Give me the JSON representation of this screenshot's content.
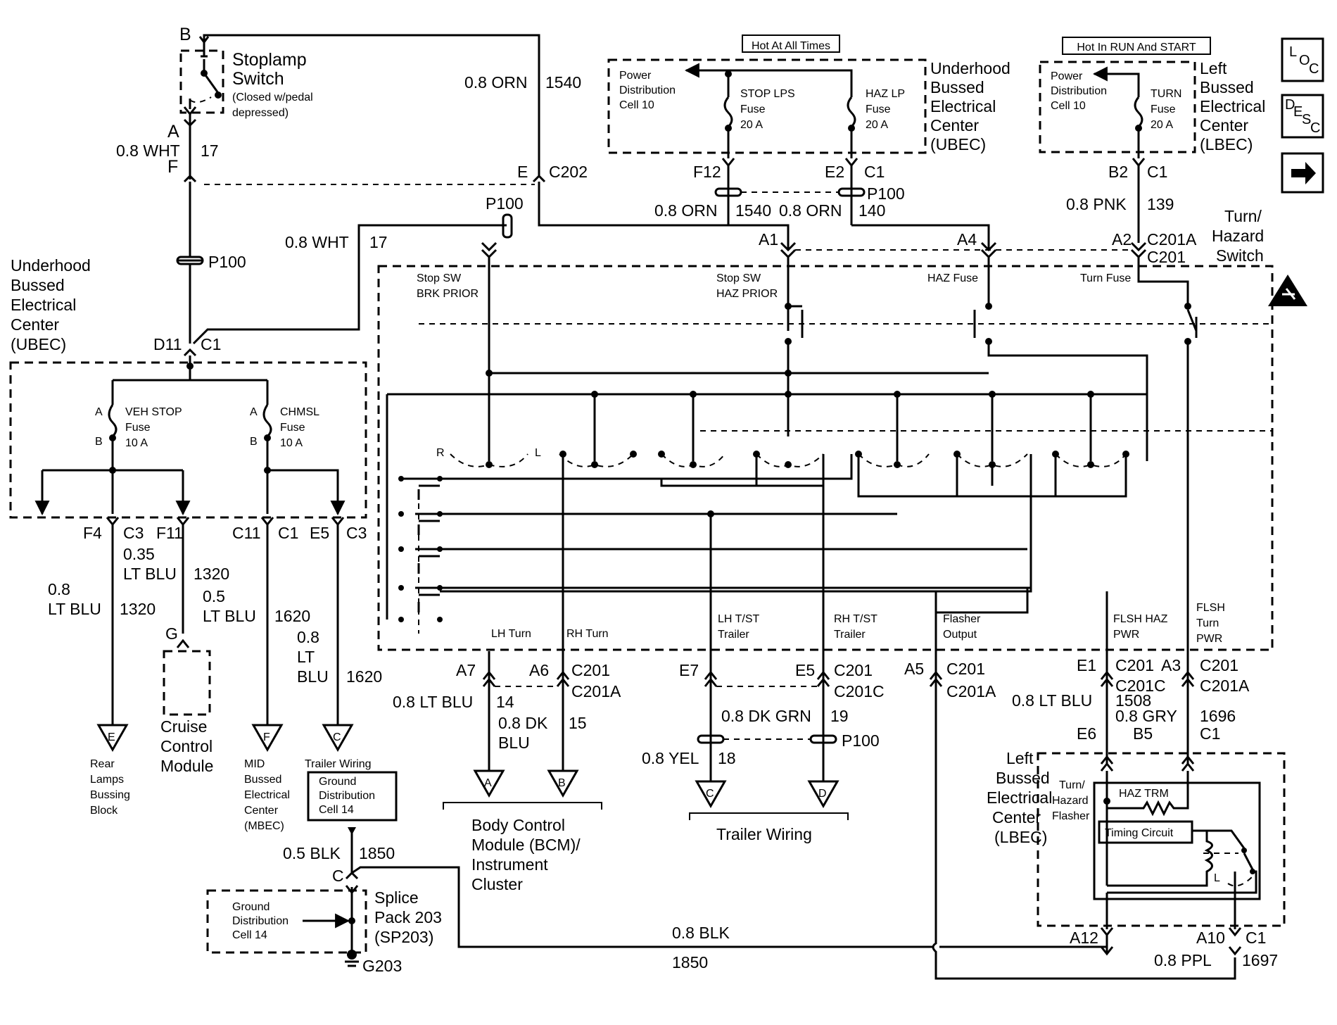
{
  "hot_boxes": {
    "hot_at_all_times": "Hot At All Times",
    "hot_in_run_start": "Hot In RUN And START"
  },
  "icons": {
    "loc": [
      "L",
      "O",
      "C"
    ],
    "desc": [
      "D",
      "E",
      "S",
      "C"
    ]
  },
  "stoplamp": {
    "pin": "B",
    "title1": "Stoplamp",
    "title2": "Switch",
    "note1": "(Closed w/pedal",
    "note2": "depressed)",
    "pin_a": "A",
    "pin_f": "F",
    "wire": "0.8 WHT",
    "circuit": "17"
  },
  "orn1540": {
    "wire": "0.8 ORN",
    "circuit": "1540"
  },
  "c202": {
    "pin": "E",
    "name": "C202"
  },
  "p100": "P100",
  "wht17b": {
    "wire": "0.8 WHT",
    "circuit": "17"
  },
  "ubec_left": {
    "title": [
      "Underhood",
      "Bussed",
      "Electrical",
      "Center",
      "(UBEC)"
    ],
    "conn_pin": "D11",
    "conn": "C1",
    "fuse1": {
      "a": "A",
      "b": "B",
      "name": [
        "VEH STOP",
        "Fuse",
        "10 A"
      ]
    },
    "fuse2": {
      "a": "A",
      "b": "B",
      "name": [
        "CHMSL",
        "Fuse",
        "10 A"
      ]
    }
  },
  "ubec_top": {
    "title": [
      "Underhood",
      "Bussed",
      "Electrical",
      "Center",
      "(UBEC)"
    ],
    "power": [
      "Power",
      "Distribution",
      "Cell 10"
    ],
    "fuse1": [
      "STOP LPS",
      "Fuse",
      "20 A"
    ],
    "fuse2": [
      "HAZ LP",
      "Fuse",
      "20 A"
    ],
    "pin_f12": "F12",
    "pin_e2": "E2",
    "conn": "C1",
    "wire1": "0.8 ORN",
    "circ1": "1540",
    "wire2": "0.8 ORN",
    "circ2": "140"
  },
  "lbec_top": {
    "title": [
      "Left",
      "Bussed",
      "Electrical",
      "Center",
      "(LBEC)"
    ],
    "power": [
      "Power",
      "Distribution",
      "Cell 10"
    ],
    "fuse": [
      "TURN",
      "Fuse",
      "20 A"
    ],
    "pin_b2": "B2",
    "conn": "C1",
    "wire": "0.8 PNK",
    "circuit": "139"
  },
  "switch": {
    "title": [
      "Turn/",
      "Hazard",
      "Switch"
    ],
    "pin_a1": "A1",
    "pin_a4": "A4",
    "pin_a2": "A2",
    "c201a": "C201A",
    "c201": "C201",
    "stop_brk": [
      "Stop SW",
      "BRK PRIOR"
    ],
    "stop_haz": [
      "Stop SW",
      "HAZ PRIOR"
    ],
    "haz_fuse": "HAZ Fuse",
    "turn_fuse": "Turn Fuse",
    "r": "R",
    "l": "L",
    "lh_turn": "LH Turn",
    "rh_turn": "RH Turn",
    "lh_trailer": [
      "LH T/ST",
      "Trailer"
    ],
    "rh_trailer": [
      "RH T/ST",
      "Trailer"
    ],
    "flasher_out": [
      "Flasher",
      "Output"
    ],
    "flsh_haz": [
      "FLSH HAZ",
      "PWR"
    ],
    "flsh_turn": [
      "FLSH",
      "Turn",
      "PWR"
    ]
  },
  "left_branches": {
    "f4": "F4",
    "c3": "C3",
    "f11": "F11",
    "c11": "C11",
    "c1": "C1",
    "e5": "E5",
    "c3b": "C3",
    "w035": "0.35",
    "ltblu": "LT BLU",
    "c1320": "1320",
    "w08": "0.8",
    "ltblu2": "LT BLU",
    "c1320b": "1320",
    "w05": "0.5",
    "ltblu3": "LT BLU",
    "c1620": "1620",
    "w08b": "0.8",
    "lt": "LT",
    "blu": "BLU",
    "c1620b": "1620",
    "g": "G",
    "cruise": [
      "Cruise",
      "Control",
      "Module"
    ],
    "e": "E",
    "f": "F",
    "c": "C",
    "rear": [
      "Rear",
      "Lamps",
      "Bussing",
      "Block"
    ],
    "mid": [
      "MID",
      "Bussed",
      "Electrical",
      "Center",
      "(MBEC)"
    ],
    "trailer_wiring": "Trailer Wiring",
    "ground_box": [
      "Ground",
      "Distribution",
      "Cell 14"
    ]
  },
  "ground": {
    "wire": "0.5 BLK",
    "circuit": "1850",
    "pin_c": "C",
    "splice": [
      "Splice",
      "Pack 203",
      "(SP203)"
    ],
    "cell": [
      "Ground",
      "Distribution",
      "Cell 14"
    ],
    "g203": "G203",
    "blk_wire": "0.8 BLK",
    "blk_circuit": "1850"
  },
  "bcm": {
    "a7": "A7",
    "a6": "A6",
    "c201": "C201",
    "c201a": "C201A",
    "wire1": "0.8 LT BLU",
    "circ1": "14",
    "wire2a": "0.8 DK",
    "wire2b": "BLU",
    "circ2": "15",
    "a": "A",
    "b": "B",
    "title": [
      "Body Control",
      "Module (BCM)/",
      "Instrument",
      "Cluster"
    ]
  },
  "trailer": {
    "e7": "E7",
    "e5": "E5",
    "c201": "C201",
    "c201c": "C201C",
    "grn": "0.8 DK GRN",
    "circ19": "19",
    "p100": "P100",
    "yel": "0.8 YEL",
    "circ18": "18",
    "c": "C",
    "d": "D",
    "title": "Trailer Wiring"
  },
  "lbec_bottom": {
    "a5": "A5",
    "c201": "C201",
    "c201a": "C201A",
    "e1": "E1",
    "c201b": "C201",
    "a3": "A3",
    "c201c": "C201C",
    "wire": "0.8 LT BLU",
    "circ": "1508",
    "gry": "0.8 GRY",
    "b5": "B5",
    "circ1696": "1696",
    "c1": "C1",
    "c201d": "C201",
    "c201a2": "C201A",
    "e6": "E6",
    "title": [
      "Left",
      "Bussed",
      "Electrical",
      "Center",
      "(LBEC)"
    ],
    "flasher": [
      "Turn/",
      "Hazard",
      "Flasher"
    ],
    "haz_trm": "HAZ TRM",
    "timing": "Timing Circuit",
    "l": "L",
    "a12": "A12",
    "a10": "A10",
    "c1b": "C1",
    "ppl": "0.8 PPL",
    "circ1697": "1697"
  }
}
